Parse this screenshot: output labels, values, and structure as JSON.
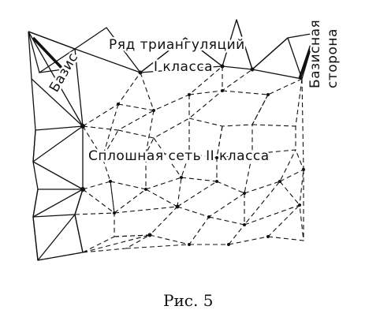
{
  "labels": {
    "basis": "Базис",
    "row_line1": "Ряд триангуляций",
    "row_line2": "I класса",
    "basis_side_line1": "Базисная",
    "basis_side_line2": "сторона",
    "network": "Сплошная сеть II класса"
  },
  "caption": "Рис. 5",
  "colors": {
    "ink": "#111111",
    "background": "#ffffff"
  }
}
